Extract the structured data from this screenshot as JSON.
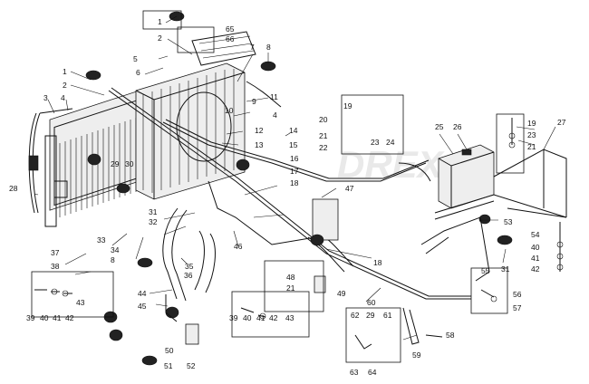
{
  "watermark": "DREX",
  "labels": [
    "1",
    "65",
    "2",
    "66",
    "5",
    "7",
    "8",
    "6",
    "1",
    "2",
    "3",
    "4",
    "11",
    "9",
    "19",
    "4",
    "12",
    "14",
    "10",
    "13",
    "15",
    "20",
    "23",
    "24",
    "21",
    "22",
    "25",
    "26",
    "19",
    "23",
    "21",
    "27",
    "16",
    "17",
    "18",
    "47",
    "29",
    "30",
    "28",
    "31",
    "32",
    "33",
    "34",
    "8",
    "35",
    "36",
    "46",
    "18",
    "53",
    "54",
    "40",
    "41",
    "42",
    "37",
    "38",
    "31",
    "55",
    "56",
    "57",
    "48",
    "21",
    "49",
    "44",
    "45",
    "60",
    "39",
    "40",
    "41",
    "42",
    "43",
    "39",
    "40",
    "41",
    "42",
    "43",
    "62",
    "29",
    "61",
    "58",
    "59",
    "50",
    "52",
    "51",
    "63",
    "64"
  ]
}
